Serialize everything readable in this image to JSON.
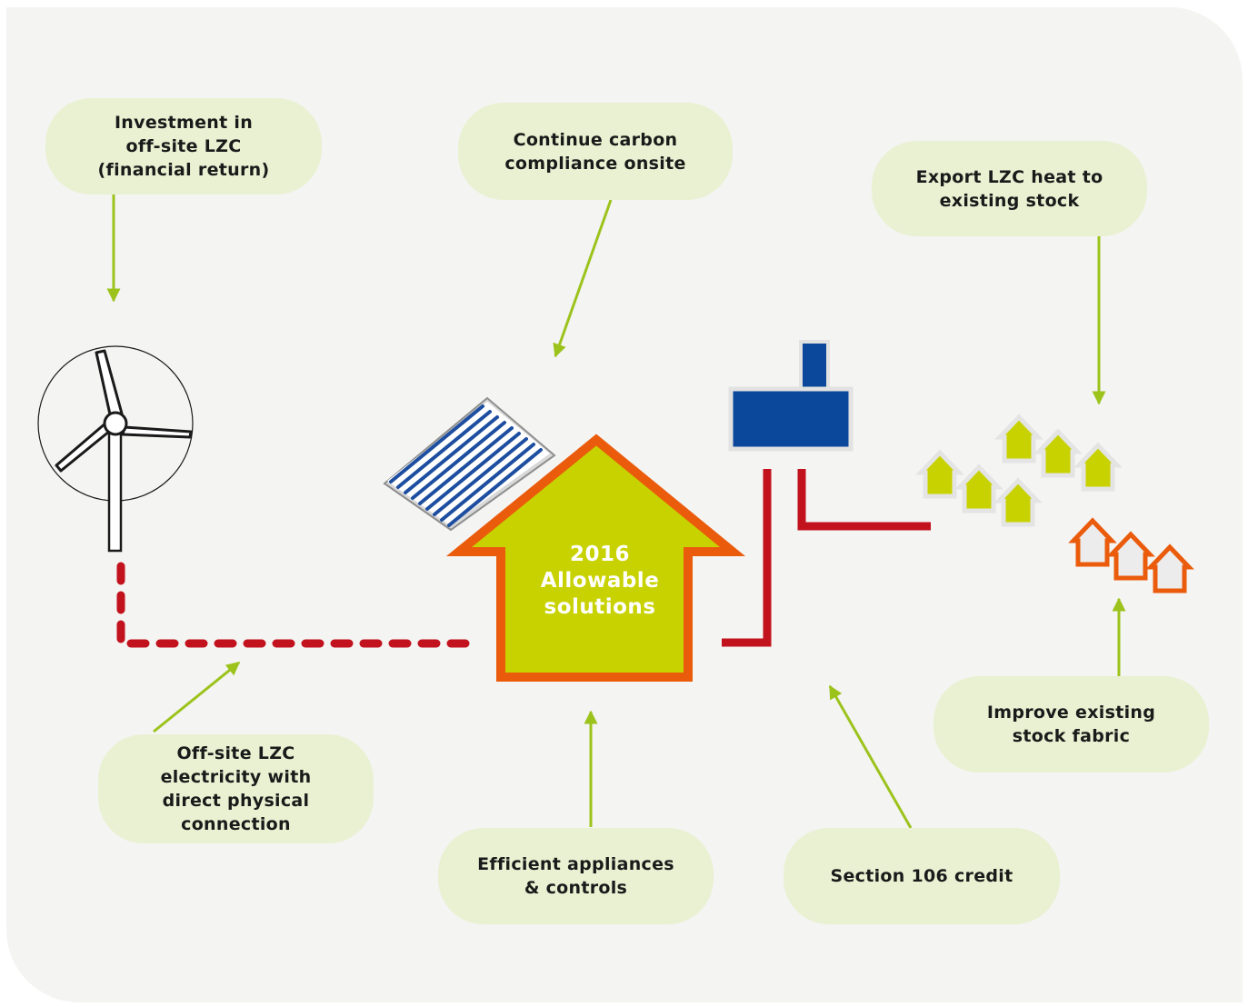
{
  "colors": {
    "background": "#f4f4f2",
    "bubble": "#e9f1d2",
    "arrow": "#9cc31c",
    "house_fill": "#c8d200",
    "house_outline": "#ea5b0c",
    "pipe": "#c2121d",
    "solar_panel": "#1d4ea0",
    "boiler": "#0b479a",
    "small_house_green": "#c8d200",
    "small_house_orange": "#ea5b0c"
  },
  "icons": [
    "wind-turbine-icon",
    "solar-panel-icon",
    "boiler-icon",
    "house-icon"
  ],
  "labels": {
    "invest": "Investment in\noff-site LZC\n(financial return)",
    "carbon": "Continue carbon\ncompliance onsite",
    "export": "Export LZC heat to\nexisting stock",
    "offsite": "Off-site LZC\nelectricity with\ndirect physical\nconnection",
    "appliances": "Efficient appliances\n& controls",
    "section106": "Section 106 credit",
    "improve": "Improve existing\nstock fabric",
    "house": "2016\nAllowable\nsolutions"
  }
}
